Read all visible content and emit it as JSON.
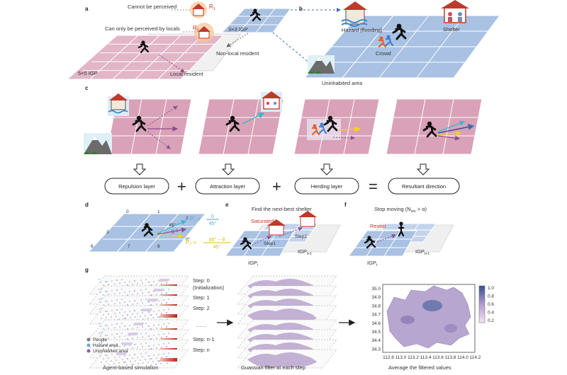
{
  "panel_labels": {
    "a": "a",
    "b": "b",
    "c": "c",
    "d": "d",
    "e": "e",
    "f": "f",
    "g": "g"
  },
  "panel_a": {
    "cannot_perceived": "Cannot be perceived",
    "locals_only": "Can only be perceived by locals",
    "r1": "R",
    "r1_sub": "1",
    "r2": "R",
    "r2_sub": "2",
    "igp5": "5×5 IGP",
    "igp3": "3×3 IGP",
    "nonlocal": "Non-local resident",
    "local": "Local resident"
  },
  "panel_b": {
    "hazard": "Hazard (flooding)",
    "shelter": "Shelter",
    "crowd": "Crowd",
    "uninhabited": "Uninhabited area"
  },
  "panel_c": {
    "repulsion": "Repulsion layer",
    "attraction": "Attraction layer",
    "herding": "Herding layer",
    "resultant": "Resultant direction",
    "plus1": "+",
    "plus2": "+",
    "equals": "="
  },
  "panel_d": {
    "n0": "0",
    "n1": "1",
    "n2": "2",
    "n3": "3",
    "n5": "5",
    "n6": "6",
    "n7": "7",
    "n8": "8",
    "a45": "45°",
    "a0": "0°",
    "p1_label": "P₁ =",
    "p1_num": "0",
    "p1_den": "45°",
    "p2_label": "P₂ =",
    "p2_num": "45° − θ",
    "p2_den": "45°",
    "theta": "θ"
  },
  "panel_e": {
    "title": "Find the next-best shelter",
    "saturated": "Saturated",
    "step1": "Step1",
    "step2": "Step2",
    "igp_t": "IGP",
    "igp_t_sub": "t",
    "igp_t1": "IGP",
    "igp_t1_sub": "t+1"
  },
  "panel_f": {
    "title": "Stop moving (N",
    "title_sub": "rev",
    "title_end": " > α)",
    "revisit": "Revisit",
    "igp_t": "IGP",
    "igp_t_sub": "t",
    "igp_t1": "IGP",
    "igp_t1_sub": "t+1"
  },
  "panel_g": {
    "steps": [
      "Step: 0",
      "(Initialization)",
      "Step: 1",
      "Step: 2",
      "……",
      "Step: n-1",
      "Step: n"
    ],
    "legend": [
      "People",
      "Hazard area",
      "Uninhabited area"
    ],
    "caption_left": "Agent-based simulation",
    "caption_mid": "Guassian filter at each step",
    "caption_right": "Average the filtered values",
    "y_ticks": [
      "35.0",
      "34.9",
      "34.8",
      "34.7",
      "34.6",
      "34.5",
      "34.4",
      "34.3"
    ],
    "x_ticks": [
      "112.8",
      "113.0",
      "113.2",
      "113.4",
      "113.6",
      "113.8",
      "114.0",
      "114.2"
    ],
    "cbar_ticks": [
      "1.0",
      "0.8",
      "0.6",
      "0.4",
      "0.2"
    ]
  },
  "colors": {
    "pink": "#d9a2b8",
    "blue": "#9fb8dc",
    "purple": "#a88fc0",
    "hazard_red": "#c0392b",
    "people_gray": "#7a7a7a",
    "hazard_blue": "#6fa8d6",
    "uninhabited_purple": "#8e5fa8"
  }
}
